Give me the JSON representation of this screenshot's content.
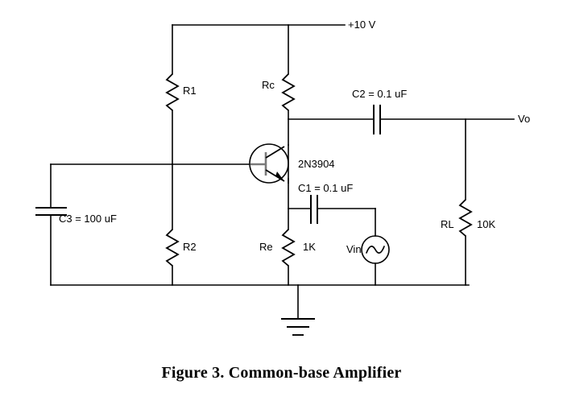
{
  "figure": {
    "caption": "Figure 3.  Common-base Amplifier"
  },
  "labels": {
    "supply": "+10 V",
    "r1": "R1",
    "rc": "Rc",
    "c2": "C2 = 0.1 uF",
    "vo": "Vo",
    "transistor": "2N3904",
    "c1": "C1 = 0.1 uF",
    "c3": "C3 = 100 uF",
    "r2": "R2",
    "re": "Re",
    "re_value": "1K",
    "vin": "Vin",
    "rl": "RL",
    "rl_value": "10K"
  },
  "circuit": {
    "type": "common-base BJT amplifier",
    "components": [
      {
        "ref": "R1",
        "kind": "resistor",
        "value": "",
        "note": "upper bias divider resistor from +10 V to base node"
      },
      {
        "ref": "R2",
        "kind": "resistor",
        "value": "",
        "note": "lower bias divider resistor from base node to ground rail"
      },
      {
        "ref": "Rc",
        "kind": "resistor",
        "value": "",
        "note": "collector load resistor from +10 V to collector"
      },
      {
        "ref": "Re",
        "kind": "resistor",
        "value": "1K",
        "note": "emitter resistor from emitter to ground rail"
      },
      {
        "ref": "RL",
        "kind": "resistor",
        "value": "10K",
        "note": "output load resistor from Vo node to ground rail"
      },
      {
        "ref": "C1",
        "kind": "capacitor",
        "value": "0.1 uF",
        "note": "input coupling capacitor from emitter to Vin"
      },
      {
        "ref": "C2",
        "kind": "capacitor",
        "value": "0.1 uF",
        "note": "output coupling capacitor from collector to Vo"
      },
      {
        "ref": "C3",
        "kind": "capacitor",
        "value": "100 uF",
        "note": "base bypass capacitor from base node to ground rail"
      },
      {
        "ref": "Q1",
        "kind": "transistor",
        "value": "2N3904",
        "note": "NPN BJT, base left, collector up, emitter down"
      },
      {
        "ref": "Vin",
        "kind": "ac-source",
        "value": "",
        "note": "AC signal source to ground rail"
      }
    ],
    "nets": [
      {
        "name": "+10 V rail",
        "nodes": [
          "R1 top",
          "Rc top",
          "supply label"
        ]
      },
      {
        "name": "base node",
        "nodes": [
          "R1 bottom",
          "R2 top",
          "C3 top",
          "Q1 base"
        ]
      },
      {
        "name": "collector node",
        "nodes": [
          "Rc bottom",
          "Q1 collector",
          "C2 left"
        ]
      },
      {
        "name": "Vo node",
        "nodes": [
          "C2 right",
          "RL top",
          "Vo label"
        ]
      },
      {
        "name": "emitter node",
        "nodes": [
          "Q1 emitter",
          "Re top",
          "C1 left"
        ]
      },
      {
        "name": "ground rail",
        "nodes": [
          "C3 bottom",
          "R2 bottom",
          "Re bottom",
          "Vin bottom",
          "RL bottom",
          "earth symbol"
        ]
      }
    ]
  }
}
